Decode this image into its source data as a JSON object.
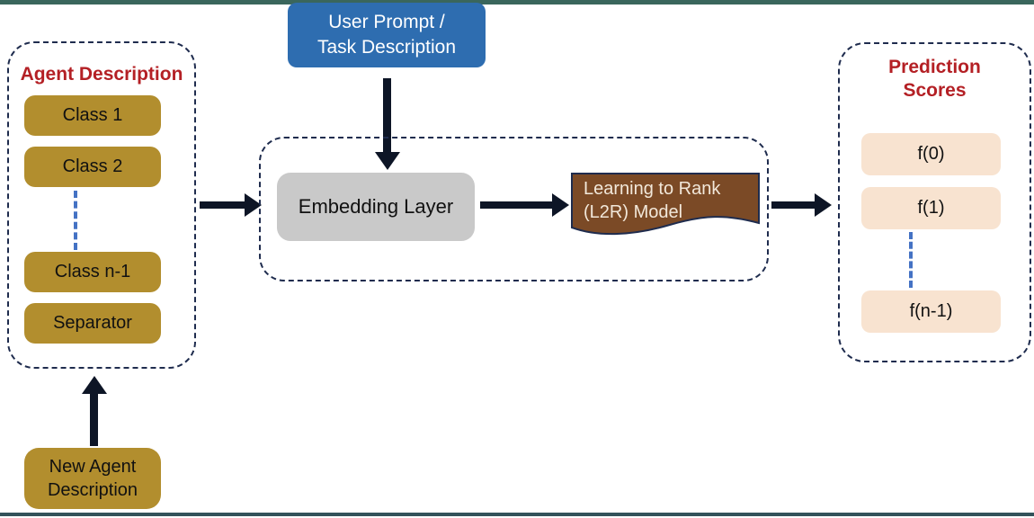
{
  "colors": {
    "gold": "#B28E2E",
    "blue": "#2E6DB0",
    "gray": "#C9C9C9",
    "brown": "#7B4A26",
    "peach": "#F8E3D0",
    "title-red": "#B42025",
    "border-navy": "#1F2C4E",
    "connector-blue": "#4472C4",
    "arrow-dark": "#0D1526",
    "bar-teal": "#3A665C",
    "bar-bottom": "#33525A",
    "model-text": "#F2E8DA"
  },
  "left_panel": {
    "title": "Agent Description",
    "items": [
      "Class 1",
      "Class 2",
      "Class n-1",
      "Separator"
    ]
  },
  "new_agent_box": {
    "line1": "New Agent",
    "line2": "Description"
  },
  "input_box": {
    "line1": "User Prompt /",
    "line2": "Task Description"
  },
  "pipeline": {
    "embedding_label": "Embedding Layer",
    "model_line1": "Learning to Rank",
    "model_line2": "(L2R) Model"
  },
  "right_panel": {
    "title_line1": "Prediction",
    "title_line2": "Scores",
    "items": [
      "f(0)",
      "f(1)",
      "f(n-1)"
    ]
  }
}
